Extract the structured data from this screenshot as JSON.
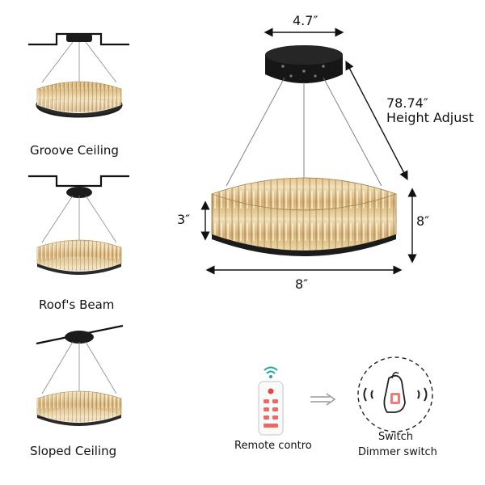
{
  "mounts": [
    {
      "label": "Groove Ceiling"
    },
    {
      "label": "Roof's Beam"
    },
    {
      "label": "Sloped Ceiling"
    }
  ],
  "dimensions": {
    "canopy_width": "4.7″",
    "height_adjust_value": "78.74″",
    "height_adjust_label": "Height Adjust",
    "ring_height": "3″",
    "total_height": "8″",
    "ring_width": "8″"
  },
  "controls": {
    "remote_label": "Remote contro",
    "switch_label": "Switch",
    "dimmer_label": "Dimmer switch"
  },
  "icons": {
    "remote": "remote-control-icon",
    "arrow": "double-arrow-icon",
    "switch": "dimmer-switch-icon"
  },
  "colors": {
    "fixture_black": "#1b1b1b",
    "crystal_gold": "#d9b77a",
    "crystal_light": "#f6e9c8",
    "remote_accent": "#e8453c",
    "wifi_teal": "#1aa6a6"
  }
}
